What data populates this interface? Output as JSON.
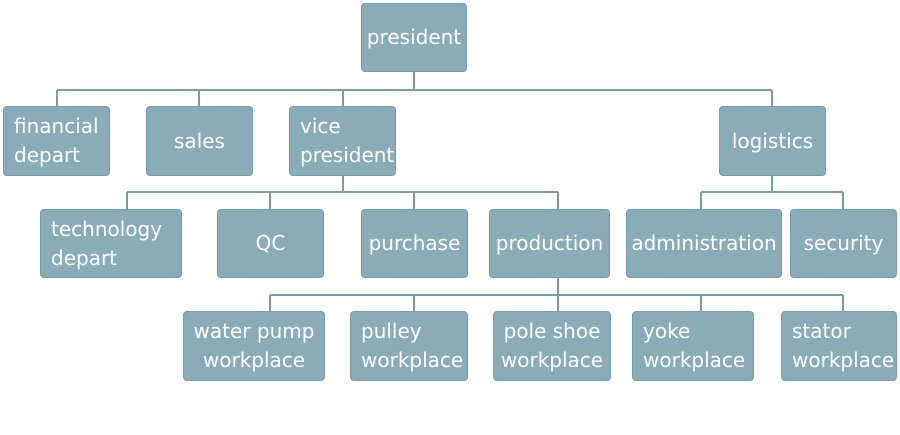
{
  "diagram": {
    "line_color": "#7a9ba8",
    "box_color": "#8aabb8",
    "text_color": "#ffffff",
    "nodes": {
      "president": "president",
      "financial_depart": "financial\ndepart",
      "sales": "sales",
      "vice_president": "vice\npresident",
      "logistics": "logistics",
      "technology_depart": "technology\ndepart",
      "qc": "QC",
      "purchase": "purchase",
      "production": "production",
      "administration": "administration",
      "security": "security",
      "water_pump_workplace": "water pump\nworkplace",
      "pulley_workplace": "pulley\nworkplace",
      "pole_shoe_workplace": "pole shoe\nworkplace",
      "yoke_workplace": "yoke\nworkplace",
      "stator_workplace": "stator\nworkplace"
    }
  }
}
